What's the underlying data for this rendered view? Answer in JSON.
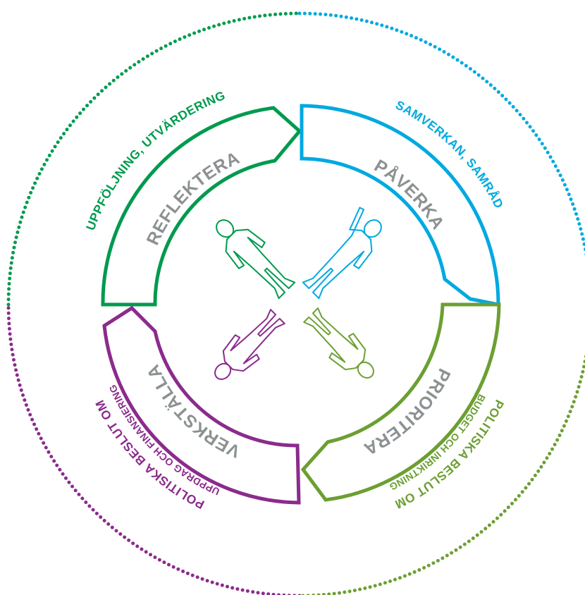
{
  "colors": {
    "green": "#009a4e",
    "blue": "#00a9e0",
    "olive": "#6c9f32",
    "purple": "#8b2b8c",
    "stage_text": "#8c9192"
  },
  "stages": {
    "reflektera": "REFLEKTERA",
    "paverka": "PÅVERKA",
    "prioritera": "PRIORITERA",
    "verkstalla": "VERKSTÄLLA"
  },
  "outer_labels": {
    "top_left": "UPPFÖLJNING, UTVÄRDERING",
    "top_right": "SAMVERKAN, SAMRÅD",
    "bottom_right_line1": "POLITISKA BESLUT OM",
    "bottom_right_line2": "BUDGET OCH INRIKTNING",
    "bottom_left_line1": "POLITISKA BESLUT OM",
    "bottom_left_line2": "UPPDRAG OCH FINANSIERING"
  },
  "figures": {
    "top_left": "person-outline-icon",
    "top_right": "person-outline-icon",
    "bottom_right": "person-outline-icon",
    "bottom_left": "person-outline-icon"
  }
}
